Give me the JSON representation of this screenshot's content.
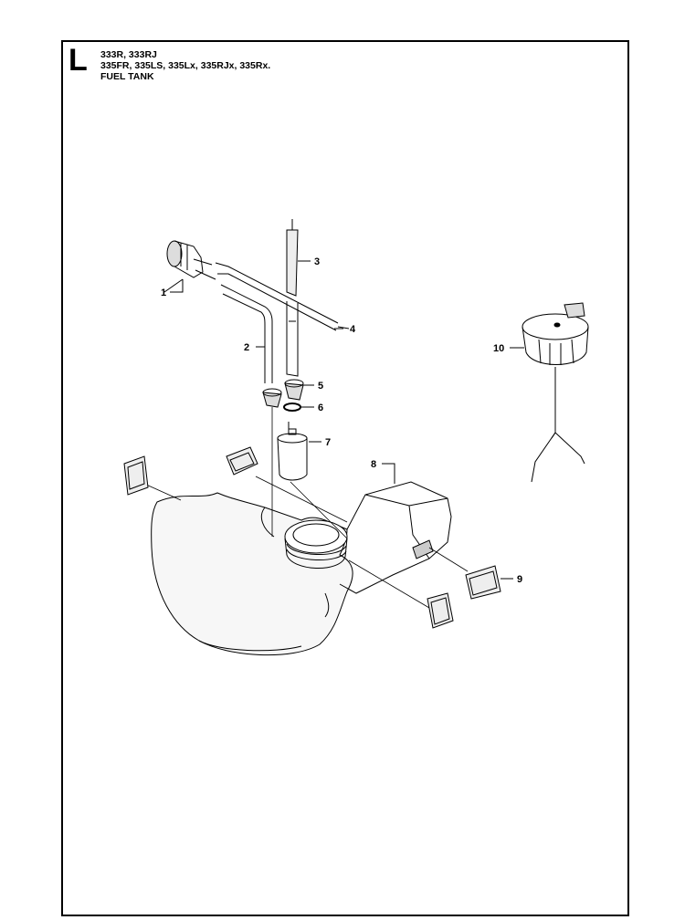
{
  "header": {
    "section_letter": "L",
    "models_line1": "333R, 333RJ",
    "models_line2": "335FR, 335LS, 335Lx, 335RJx, 335Rx.",
    "title": "FUEL TANK"
  },
  "callouts": [
    "1",
    "2",
    "3",
    "4",
    "5",
    "6",
    "7",
    "8",
    "9",
    "10"
  ]
}
